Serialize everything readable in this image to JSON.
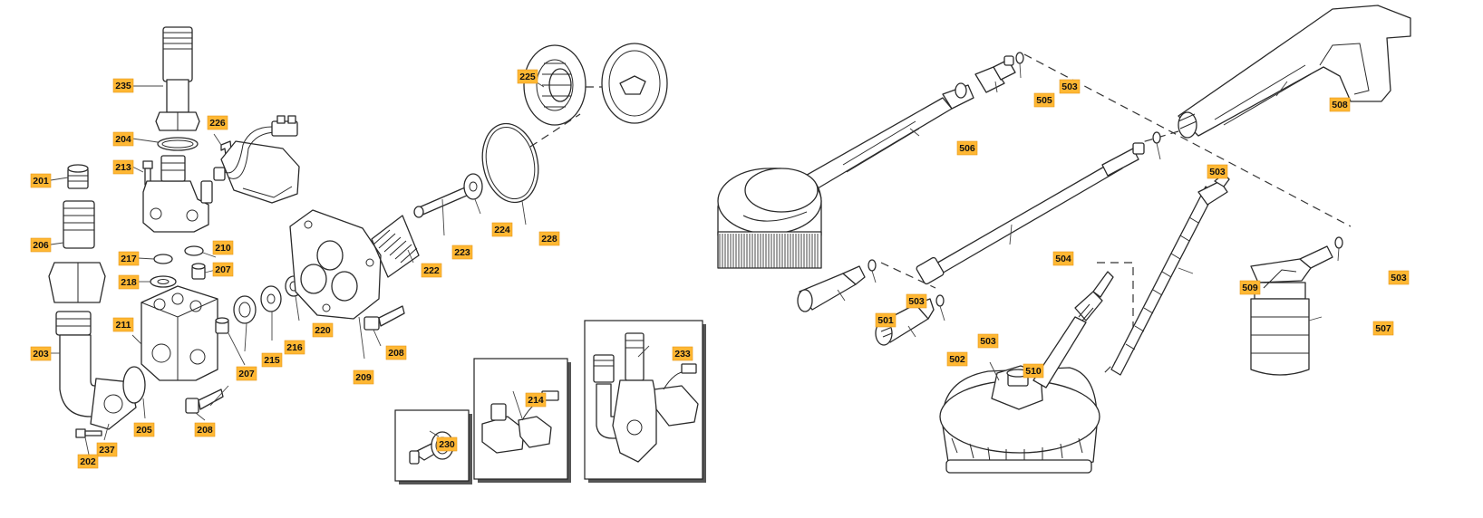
{
  "colors": {
    "label_bg": "#ffb733",
    "line": "#2a2a2a"
  },
  "labels": {
    "p201": "201",
    "p202": "202",
    "p203": "203",
    "p204": "204",
    "p205": "205",
    "p206": "206",
    "p207a": "207",
    "p207b": "207",
    "p208a": "208",
    "p208b": "208",
    "p209": "209",
    "p210": "210",
    "p211": "211",
    "p213": "213",
    "p214": "214",
    "p215": "215",
    "p216": "216",
    "p217": "217",
    "p218": "218",
    "p220": "220",
    "p222": "222",
    "p223": "223",
    "p224": "224",
    "p225": "225",
    "p226": "226",
    "p228": "228",
    "p230": "230",
    "p233": "233",
    "p235": "235",
    "p237": "237",
    "p501": "501",
    "p502": "502",
    "p503a": "503",
    "p503b": "503",
    "p503c": "503",
    "p503d": "503",
    "p503e": "503",
    "p504": "504",
    "p505": "505",
    "p506": "506",
    "p507": "507",
    "p508": "508",
    "p509": "509",
    "p510": "510"
  }
}
